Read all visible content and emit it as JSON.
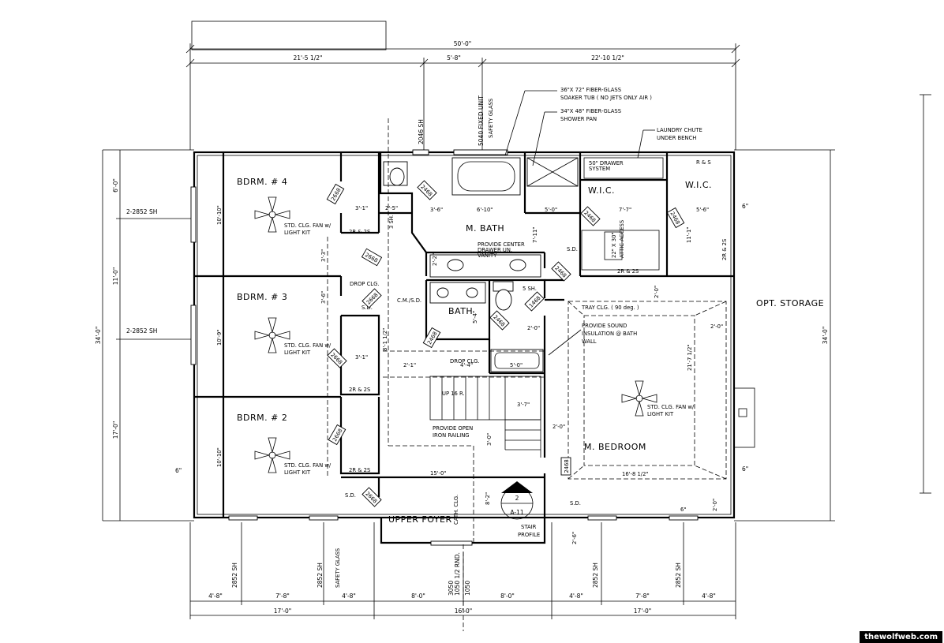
{
  "plan": {
    "overall_width": "50'-0\"",
    "top_dims": [
      "21'-5 1/2\"",
      "5'-8\"",
      "22'-10 1/2\""
    ],
    "bottom_dims_row1": [
      "4'-8\"",
      "7'-8\"",
      "4'-8\"",
      "8'-0\"",
      "8'-0\"",
      "4'-8\"",
      "7'-8\"",
      "4'-8\""
    ],
    "bottom_dims_row2": [
      "17'-0\"",
      "16'-0\"",
      "17'-0\""
    ],
    "left_dims": [
      "6'-0\"",
      "11'-0\"",
      "34'-0\"",
      "17'-0\"",
      "6\""
    ],
    "right_dims": [
      "34'-0\"",
      "6\"",
      "6\""
    ],
    "rooms": {
      "bdrm4": "BDRM. # 4",
      "bdrm3": "BDRM. # 3",
      "bdrm2": "BDRM. # 2",
      "mbath": "M. BATH",
      "bath": "BATH",
      "wic1": "W.I.C.",
      "wic2": "W.I.C.",
      "mbedroom": "M. BEDROOM",
      "foyer": "UPPER FOYER",
      "storage": "OPT. STORAGE"
    },
    "windows": {
      "left1": "2-2852 SH",
      "left2": "2-2852 SH",
      "top1": "2046 SH",
      "top2": "5040 FIXED UNIT",
      "top2b": "SAFETY GLASS",
      "b1": "2852 SH",
      "b2": "2852 SH",
      "b2b": "SAFETY GLASS",
      "b3a": "1050 1/2 RND.",
      "b3b": "3050",
      "b3c": "1050",
      "b4": "2852 SH",
      "b5": "2852 SH"
    },
    "notes": {
      "tub1": "36\"X 72\" FIBER-GLASS",
      "tub2": "SOAKER TUB ( NO JETS ONLY AIR )",
      "shower1": "34\"X 48\" FIBER-GLASS",
      "shower2": "SHOWER PAN",
      "chute1": "LAUNDRY CHUTE",
      "chute2": "UNDER BENCH",
      "drawer1": "50\" DRAWER",
      "drawer2": "SYSTEM",
      "rs": "R & S",
      "fan1": "STD. CLG. FAN w/",
      "fan2": "LIGHT KIT",
      "tray": "TRAY CLG. ( 90 deg. )",
      "sound1": "PROVIDE SOUND",
      "sound2": "INSULATION @ BATH",
      "sound3": "WALL",
      "stairs": "UP 16 R.",
      "rail1": "PROVIDE OPEN",
      "rail2": "IRON RAILING",
      "cath": "CATH. CLG.",
      "cm": "C.M./S.D.",
      "sd": "S.D.",
      "attic1": "22\" X 30\"",
      "attic2": "ATTIC ACCESS",
      "shelf": "2R & 2S",
      "shelf_plain": "2R & 2S",
      "drop": "DROP CLG.",
      "vanity1": "PROVIDE CENTER",
      "vanity2": "DRAWER UN.",
      "vanity3": "VANITY",
      "shelves_5": "5 SH.",
      "shelves_3": "3 SH."
    },
    "doors": [
      "2668",
      "2468",
      "2668",
      "2668",
      "2668",
      "2668",
      "2668",
      "2468",
      "2468",
      "2468",
      "2468",
      "2468",
      "1468"
    ],
    "inner_dims": {
      "d1": "3'-1\"",
      "d2": "2'-5\"",
      "d3": "3'-6\"",
      "d4": "6'-10\"",
      "d5": "5'-0\"",
      "d6": "7'-7\"",
      "d7": "5'-6\"",
      "d8": "10'-10\"",
      "d9": "10'-9\"",
      "d10": "10'-10\"",
      "d11": "3'-3\"",
      "d12": "3'-6\"",
      "d13": "3'-1\"",
      "d14": "8'-1 1/2\"",
      "d15": "15'-0\"",
      "d16": "7'-11\"",
      "d17": "11'-1\"",
      "d18": "21'-7 1/2\"",
      "d19": "16'-8 1/2\"",
      "d20": "2'-0\"",
      "d21": "2'-0\"",
      "d22": "2'-0\"",
      "d23": "3'-7\"",
      "d24": "2'-0\"",
      "d25": "4'-4\"",
      "d26": "8'-2\"",
      "d27": "2'-6\"",
      "d28": "2'-2\"",
      "d29": "5'-4\"",
      "d30": "3'-0\"",
      "d31": "2'-0\"",
      "d32": "5'-0\"",
      "d33": "6\"",
      "d34": "2'-1\""
    },
    "section_marker": {
      "number": "2",
      "sheet": "A-11",
      "label1": "STAIR",
      "label2": "PROFILE"
    }
  },
  "watermark": "thewolfweb.com",
  "colors": {
    "background": "#ffffff",
    "ink": "#000000"
  }
}
